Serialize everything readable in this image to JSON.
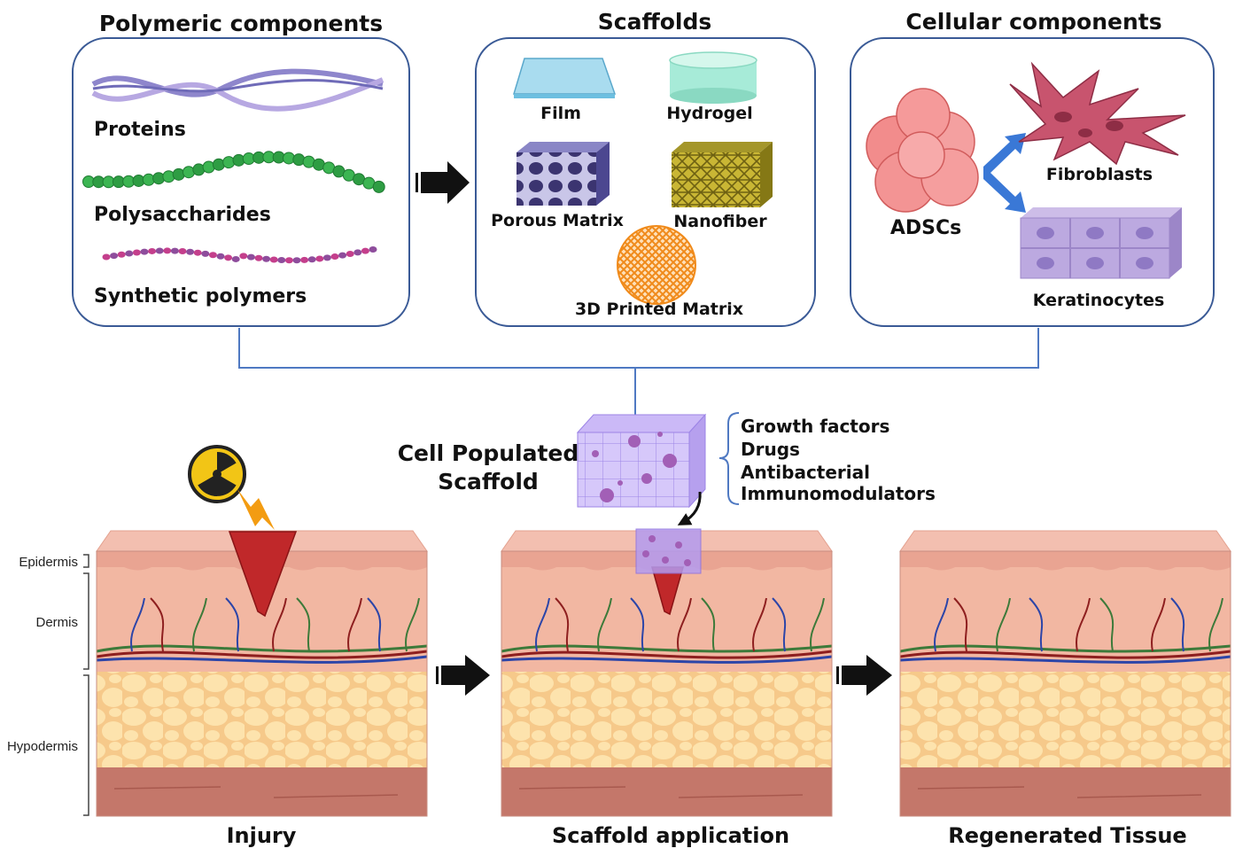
{
  "panels": {
    "polymeric": {
      "title": "Polymeric components",
      "items": [
        "Proteins",
        "Polysaccharides",
        "Synthetic polymers"
      ]
    },
    "scaffolds": {
      "title": "Scaffolds",
      "items": [
        "Film",
        "Hydrogel",
        "Porous Matrix",
        "Nanofiber",
        "3D Printed Matrix"
      ]
    },
    "cellular": {
      "title": "Cellular components",
      "items": [
        "ADSCs",
        "Fibroblasts",
        "Keratinocytes"
      ]
    }
  },
  "center": {
    "title_line1": "Cell Populated",
    "title_line2": "Scaffold",
    "additives": [
      "Growth factors",
      "Drugs",
      "Antibacterial",
      "Immunomodulators"
    ]
  },
  "layers": [
    "Epidermis",
    "Dermis",
    "Hypodermis"
  ],
  "stages": [
    "Injury",
    "Scaffold application",
    "Regenerated Tissue"
  ],
  "colors": {
    "box_border": "#3a5a96",
    "epidermis": "#e9a492",
    "dermis": "#f2b7a2",
    "hypodermis": "#fbd79a",
    "muscle": "#c4776a",
    "wound": "#c0282a",
    "scaffold": "#b39bf0"
  }
}
